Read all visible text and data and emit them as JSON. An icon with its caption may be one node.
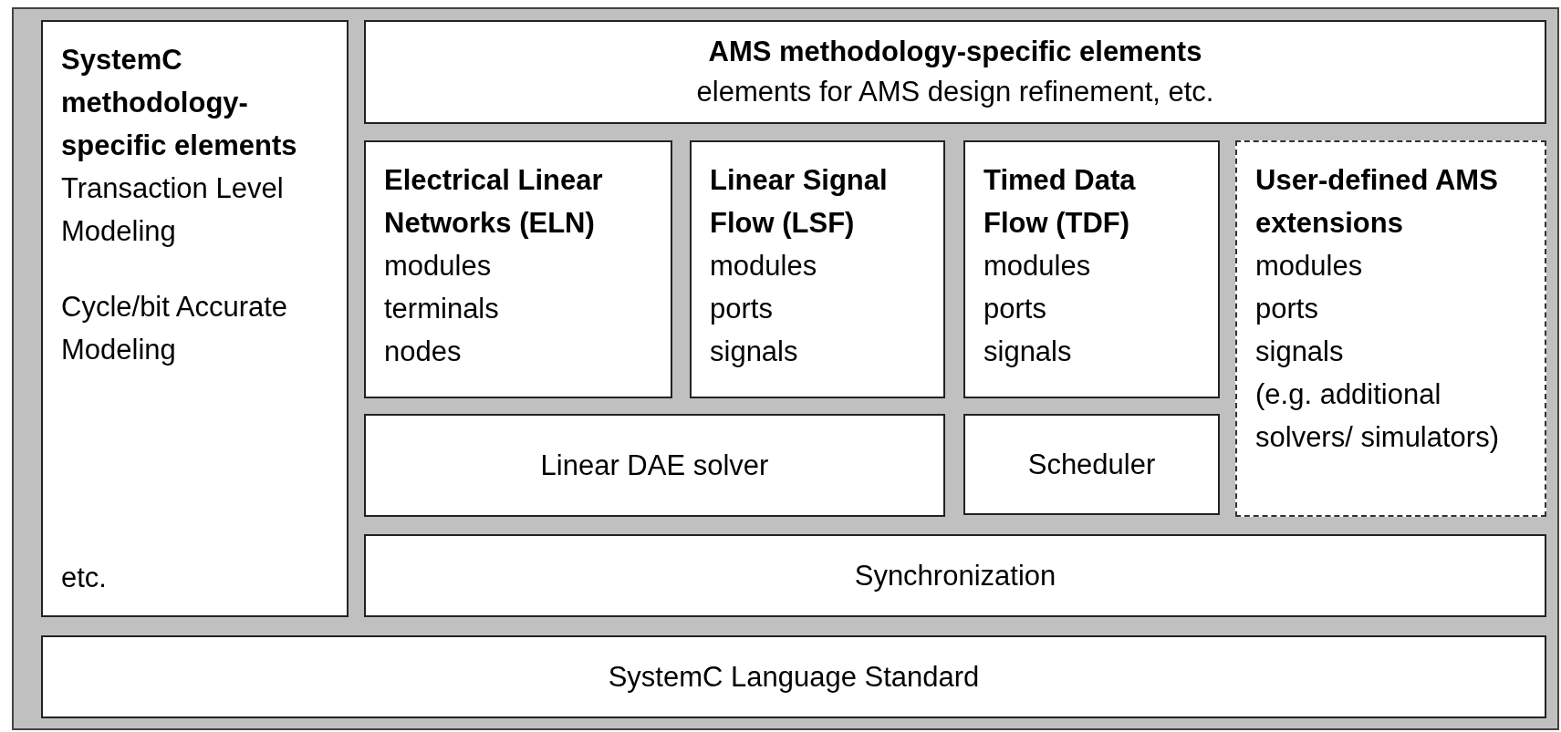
{
  "diagram": {
    "nodes": [
      {
        "text": [
          "SystemC methodology-specific elements",
          "Transaction Level Modeling",
          "Cycle/bit Accurate Modeling",
          "etc."
        ]
      },
      {
        "text": [
          "AMS methodology-specific elements",
          "elements for AMS design refinement, etc."
        ]
      },
      {
        "text": [
          "Electrical Linear Networks (ELN)",
          "modules",
          "terminals",
          "nodes"
        ]
      },
      {
        "text": [
          "Linear Signal Flow (LSF)",
          "modules",
          "ports",
          "signals"
        ]
      },
      {
        "text": [
          "Timed Data Flow (TDF)",
          "modules",
          "ports",
          "signals"
        ]
      },
      {
        "text": [
          "User-defined AMS extensions",
          "modules",
          "ports",
          "signals",
          "(e.g. additional solvers/ simulators)"
        ]
      },
      {
        "text": [
          "Linear DAE solver"
        ]
      },
      {
        "text": [
          "Scheduler"
        ]
      },
      {
        "text": [
          "Synchronization"
        ]
      },
      {
        "text": [
          "SystemC Language Standard"
        ]
      }
    ]
  }
}
